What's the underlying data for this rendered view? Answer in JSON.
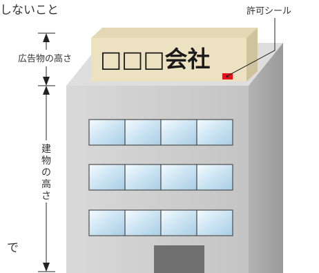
{
  "captions": {
    "top_fragment": "しないこと",
    "bottom_fragment": "で"
  },
  "labels": {
    "sign_height": "広告物の高さ",
    "building_height": [
      "建",
      "物",
      "の",
      "高",
      "さ"
    ],
    "permit_sticker": "許可シール"
  },
  "signboard": {
    "text": "□□□会社"
  },
  "colors": {
    "sign_face": "#ece2c2",
    "sign_top": "#e4d8b4",
    "sign_side": "#cfc39d",
    "building_front": "#cbcbcb",
    "building_side": "#a7a7a7",
    "building_roof": "#dedede",
    "window_glass": "#cfe6f4",
    "permit_sticker": "#e8101a",
    "door": "#6f6f6f",
    "dimension_line": "#222222"
  }
}
